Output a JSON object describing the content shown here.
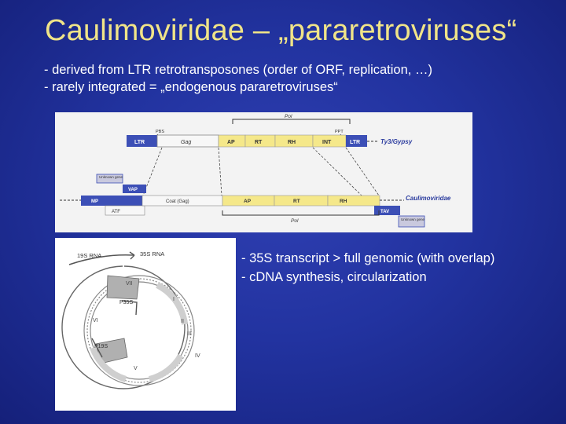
{
  "slide": {
    "title": "Caulimoviridae – „pararetroviruses“",
    "bullets": [
      "- derived from LTR retrotransposones (order of ORF, replication, …)",
      "- rarely integrated = „endogenous pararetroviruses“"
    ],
    "side_bullets": [
      "- 35S transcript > full genomic (with overlap)",
      "- cDNA synthesis, circularization"
    ]
  },
  "genome_diagram": {
    "top": {
      "pol_label": "Pol",
      "pbs": "PBS",
      "ppt": "PPT",
      "ltr_left": "LTR",
      "gag": "Gag",
      "ap": "AP",
      "rt": "RT",
      "rh": "RH",
      "int": "INT",
      "ltr_right": "LTR",
      "family": "Ty3/Gypsy"
    },
    "bottom": {
      "unknown_left": "Unknown gene",
      "vap": "VAP",
      "mp": "MP",
      "atf": "ATF",
      "coat": "Coat (Gag)",
      "ap": "AP",
      "rt": "RT",
      "rh": "RH",
      "family": "Caulimoviridae",
      "tav": "TAV",
      "unknown_right": "Unknown gene",
      "pol_label": "Pol"
    }
  },
  "circle_map": {
    "rna19": "19S RNA",
    "rna35": "35S RNA",
    "p35s": "P35S",
    "p19s": "P19S",
    "orfs": [
      "I",
      "II",
      "III",
      "IV",
      "V",
      "VI",
      "VII"
    ]
  },
  "colors": {
    "title": "#f0e488",
    "bar_blue": "#3c4fb6",
    "bar_yellow": "#f5e88a",
    "panel_bg": "#f3f3f3"
  }
}
